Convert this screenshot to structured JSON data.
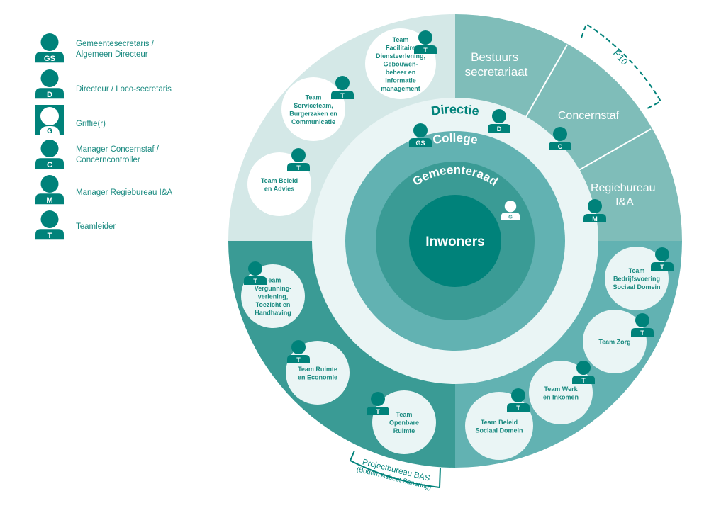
{
  "colors": {
    "dark_teal": "#00827a",
    "teal": "#3a9b95",
    "mid_teal": "#62b2b2",
    "light_teal": "#7fbdb9",
    "pale_teal": "#d4e8e7",
    "ring_pale": "#eaf5f5",
    "white": "#ffffff",
    "legend_text": "#1a8a80"
  },
  "legend": [
    {
      "badge": "GS",
      "label": "Gemeentesecretaris /\nAlgemeen Directeur",
      "style": "filled"
    },
    {
      "badge": "D",
      "label": "Directeur / Loco-secretaris",
      "style": "filled"
    },
    {
      "badge": "G",
      "label": "Griffie(r)",
      "style": "outlined"
    },
    {
      "badge": "C",
      "label": "Manager Concernstaf /\nConcerncontroller",
      "style": "filled"
    },
    {
      "badge": "M",
      "label": "Manager Regiebureau I&A",
      "style": "filled"
    },
    {
      "badge": "T",
      "label": "Teamleider",
      "style": "filled"
    }
  ],
  "rings": {
    "center": "Inwoners",
    "gemeenteraad": "Gemeenteraad",
    "college": "College",
    "directie": "Directie"
  },
  "role_badges": {
    "gs": "GS",
    "d": "D",
    "c": "C",
    "m": "M",
    "g": "G",
    "t": "T"
  },
  "segments": {
    "bestuurssecretariaat": [
      "Bestuurs",
      "secretariaat"
    ],
    "concernstaf": "Concernstaf",
    "regiebureau": [
      "Regiebureau",
      "I&A"
    ],
    "p10": "P10",
    "projectbureau": [
      "Projectbureau BAS",
      "(Bodem Asbest Sanering)"
    ]
  },
  "teams": [
    {
      "id": "facilitaire",
      "lines": [
        "Team",
        "Facilitaire",
        "Dienstverlening,",
        "Gebouwen-",
        "beheer en",
        "Informatie",
        "management"
      ],
      "quadrant": "top-left"
    },
    {
      "id": "serviceteam",
      "lines": [
        "Team",
        "Serviceteam,",
        "Burgerzaken en",
        "Communicatie"
      ],
      "quadrant": "top-left"
    },
    {
      "id": "beleid-advies",
      "lines": [
        "Team Beleid",
        "en Advies"
      ],
      "quadrant": "top-left"
    },
    {
      "id": "vergunning",
      "lines": [
        "Team",
        "Vergunning-",
        "verlening,",
        "Toezicht en",
        "Handhaving"
      ],
      "quadrant": "bottom-left"
    },
    {
      "id": "ruimte-economie",
      "lines": [
        "Team Ruimte",
        "en Economie"
      ],
      "quadrant": "bottom-left"
    },
    {
      "id": "openbare-ruimte",
      "lines": [
        "Team",
        "Openbare",
        "Ruimte"
      ],
      "quadrant": "bottom-left"
    },
    {
      "id": "bedrijfsvoering-sd",
      "lines": [
        "Team",
        "Bedrijfsvoering",
        "Sociaal Domein"
      ],
      "quadrant": "bottom-right"
    },
    {
      "id": "zorg",
      "lines": [
        "Team Zorg"
      ],
      "quadrant": "bottom-right"
    },
    {
      "id": "werk-inkomen",
      "lines": [
        "Team Werk",
        "en Inkomen"
      ],
      "quadrant": "bottom-right"
    },
    {
      "id": "beleid-sd",
      "lines": [
        "Team Beleid",
        "Sociaal Domein"
      ],
      "quadrant": "bottom-right"
    }
  ]
}
